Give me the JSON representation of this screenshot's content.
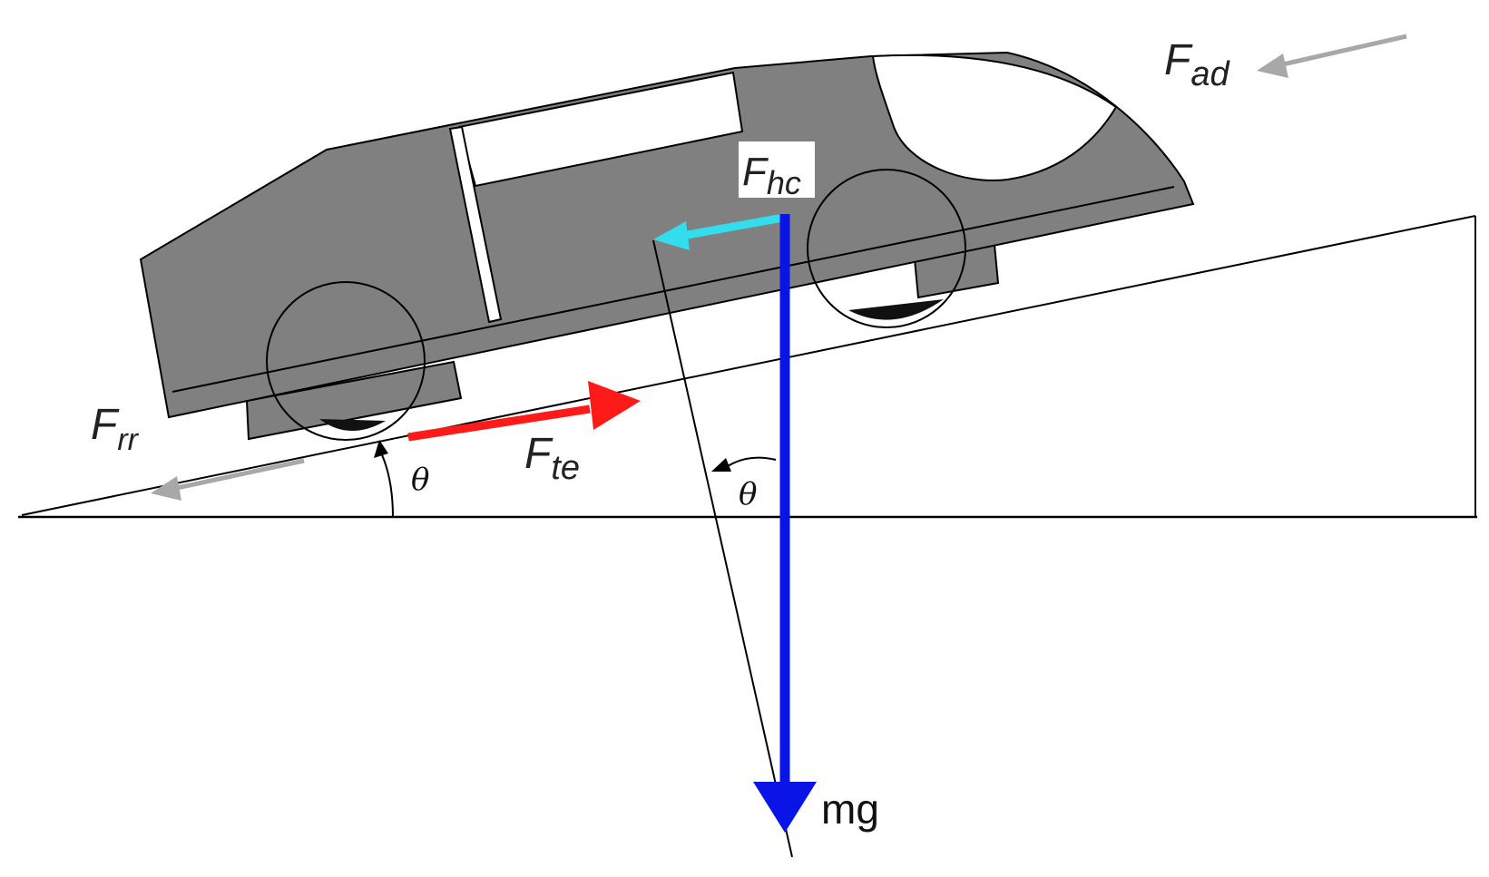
{
  "labels": {
    "f_ad": {
      "main": "F",
      "sub": "ad"
    },
    "f_hc": {
      "main": "F",
      "sub": "hc"
    },
    "f_rr": {
      "main": "F",
      "sub": "rr"
    },
    "f_te": {
      "main": "F",
      "sub": "te"
    },
    "mg": "mg",
    "theta_incline": "θ",
    "theta_gravity": "θ"
  },
  "colors": {
    "car_body": "#808080",
    "outline": "#000000",
    "window": "#ffffff",
    "traction_force": "#ff1a1a",
    "climbing_force": "#33ddee",
    "gravity_force": "#0a14e6",
    "resistance_force": "#a8a8a8"
  }
}
